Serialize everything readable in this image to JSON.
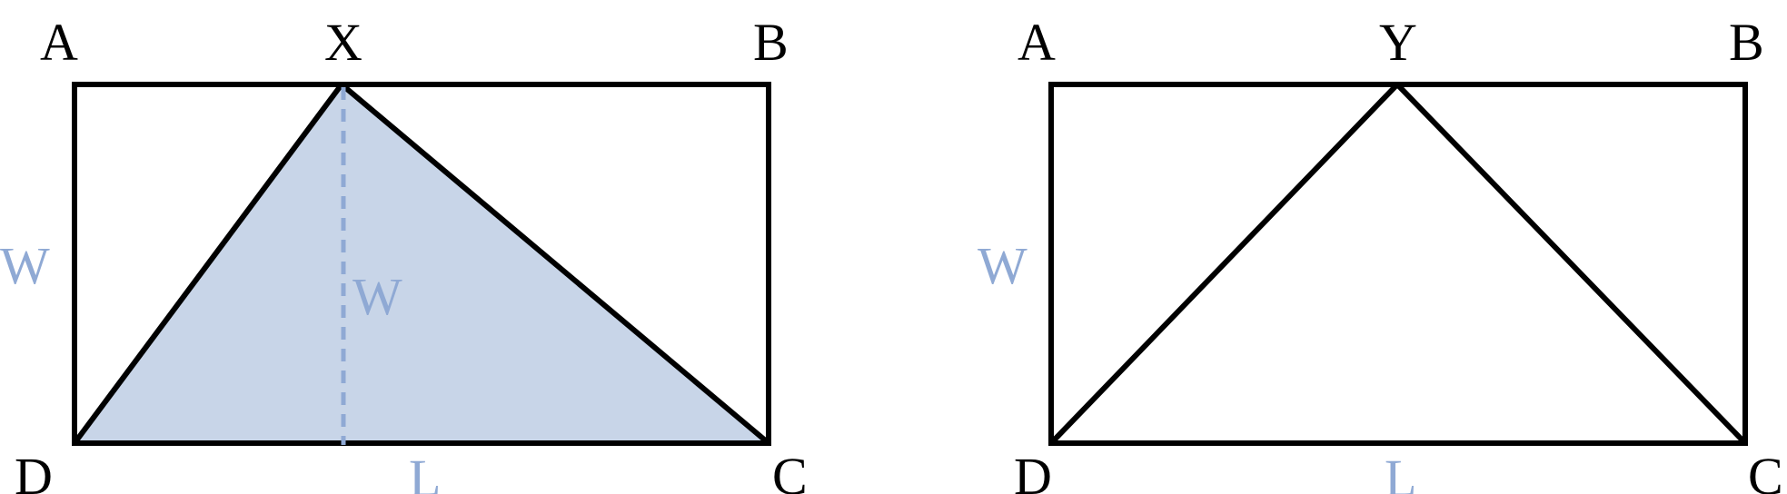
{
  "colors": {
    "stroke": "#000000",
    "accent": "#8fa9d4",
    "fill": "#c8d5e8",
    "background": "#ffffff"
  },
  "left_figure": {
    "vertices": {
      "a": "A",
      "x": "X",
      "b": "B",
      "d": "D",
      "c": "C"
    },
    "width_label": "W",
    "height_label": "W",
    "length_label": "L",
    "triangle_shaded": true,
    "height_line_dashed": true
  },
  "right_figure": {
    "vertices": {
      "a": "A",
      "y": "Y",
      "b": "B",
      "d": "D",
      "c": "C"
    },
    "width_label": "W",
    "length_label": "L",
    "triangle_shaded": false
  }
}
